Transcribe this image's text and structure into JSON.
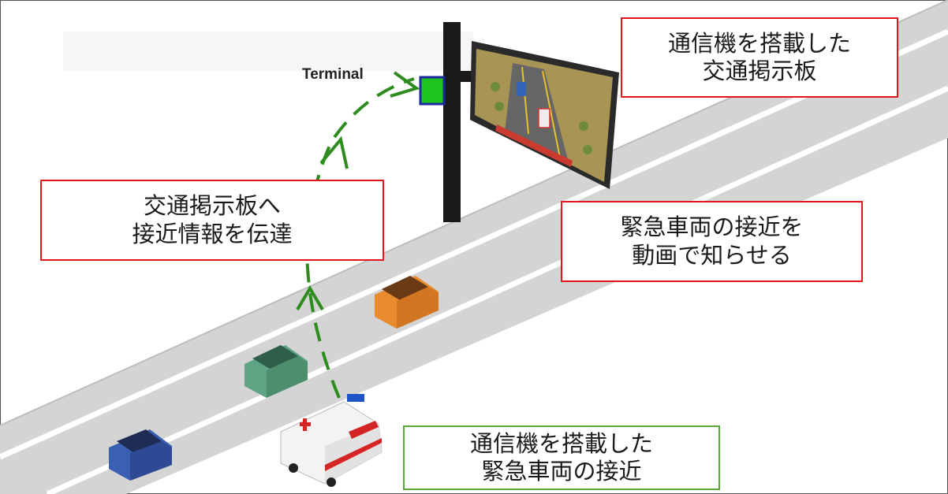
{
  "terminal_label": "Terminal",
  "callouts": {
    "board": {
      "line1": "通信機を搭載した",
      "line2": "交通掲示板"
    },
    "transmit": {
      "line1": "交通掲示板へ",
      "line2": "接近情報を伝達"
    },
    "notify": {
      "line1": "緊急車両の接近を",
      "line2": "動画で知らせる"
    },
    "ambulance": {
      "line1": "通信機を搭載した",
      "line2": "緊急車両の接近"
    }
  },
  "colors": {
    "callout_border_red": "#e4141b",
    "callout_border_green": "#58a83a",
    "signal_arrow": "#2e8b1e",
    "terminal_box": "#1fc51f",
    "road": "#d4d4d4"
  },
  "icons": [
    "terminal-icon",
    "signboard",
    "ambulance",
    "car"
  ]
}
